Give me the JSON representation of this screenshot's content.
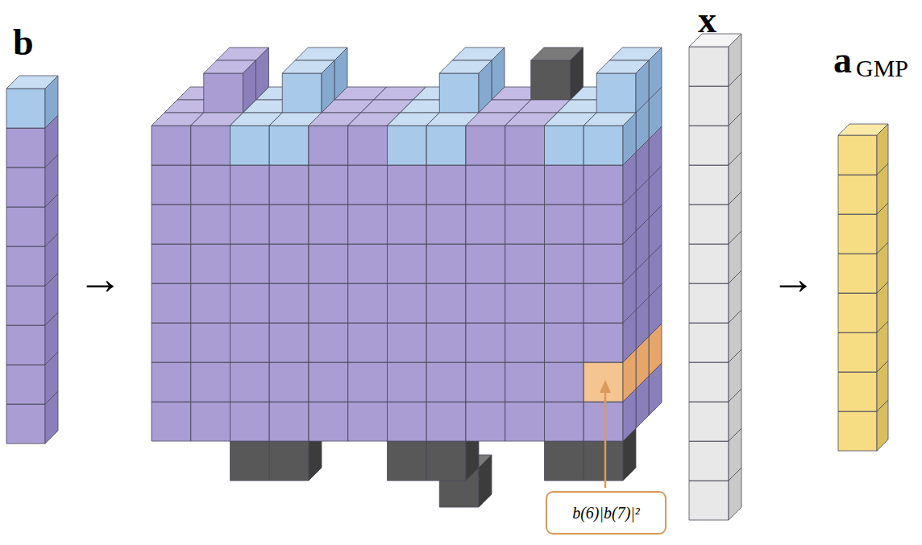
{
  "diagram": {
    "nodes": [
      {
        "text": [
          "b(6)|b(7)|²"
        ]
      }
    ],
    "labels": [
      "b",
      "→",
      "x",
      "→",
      "a",
      "GMP"
    ]
  }
}
